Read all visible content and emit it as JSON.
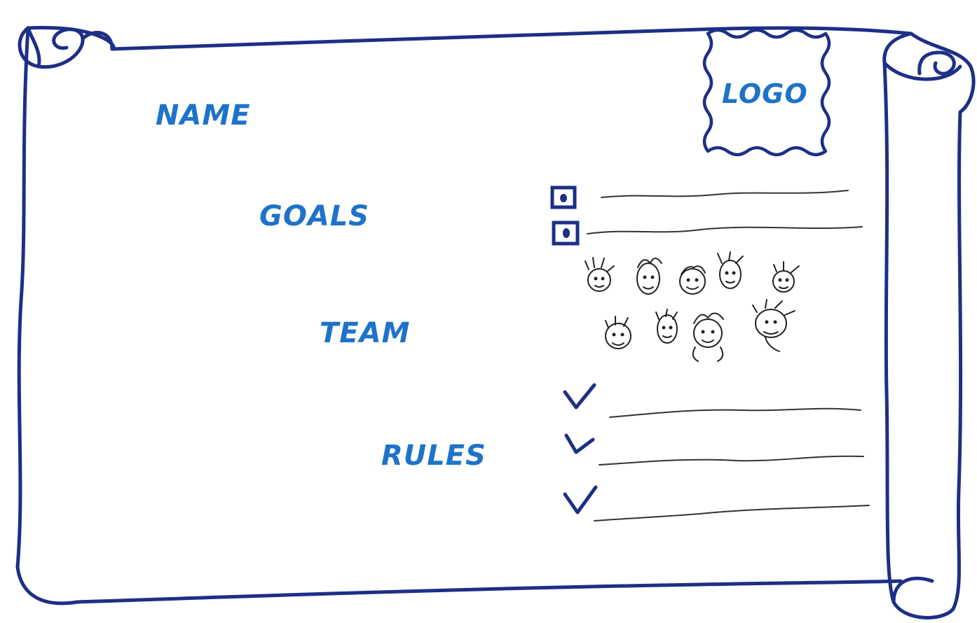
{
  "poster": {
    "name_label": "NAME",
    "goals_label": "GOALS",
    "team_label": "TEAM",
    "rules_label": "RULES",
    "logo_label": "LOGO"
  },
  "goals": {
    "count": 2
  },
  "team": {
    "members": 9
  },
  "rules": {
    "count": 3
  },
  "colors": {
    "ink": "#1d2f86",
    "label": "#1e73c8",
    "pencil": "#222222",
    "paper": "#ffffff"
  }
}
